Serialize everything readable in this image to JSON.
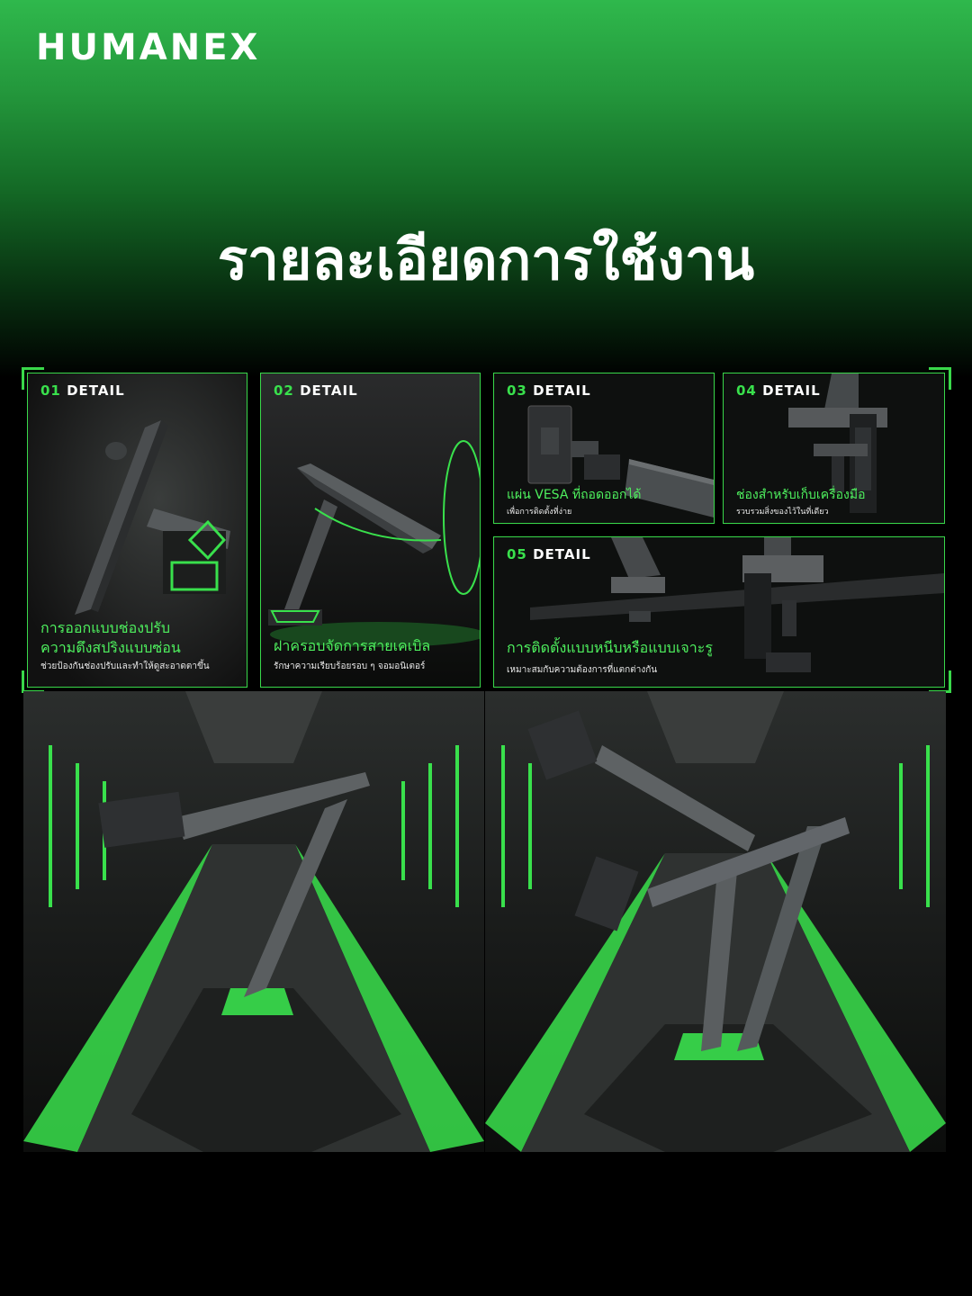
{
  "brand": {
    "logo": "HUMANEX"
  },
  "headline": "รายละเอียดการใช้งาน",
  "details": [
    {
      "num": "01",
      "label": "DETAIL",
      "caption_line1": "การออกแบบช่องปรับ",
      "caption_line2": "ความตึงสปริงแบบซ่อน",
      "sub": "ช่วยป้องกันช่องปรับและทำให้ดูสะอาดตาขึ้น"
    },
    {
      "num": "02",
      "label": "DETAIL",
      "caption_line1": "ฝาครอบจัดการสายเคเบิล",
      "sub": "รักษาความเรียบร้อยรอบ ๆ จอมอนิเตอร์"
    },
    {
      "num": "03",
      "label": "DETAIL",
      "caption_line1": "แผ่น VESA ที่ถอดออกได้",
      "sub": "เพื่อการติดตั้งที่ง่าย"
    },
    {
      "num": "04",
      "label": "DETAIL",
      "caption_line1": "ช่องสำหรับเก็บเครื่องมือ",
      "sub": "รวบรวมสิ่งของไว้ในที่เดียว"
    },
    {
      "num": "05",
      "label": "DETAIL",
      "caption_line1": "การติดตั้งแบบหนีบหรือแบบเจาะรู",
      "sub": "เหมาะสมกับความต้องการที่แตกต่างกัน"
    }
  ],
  "colors": {
    "accent": "#39e04c",
    "panel_border": "#39d84a",
    "bg": "#000000"
  }
}
